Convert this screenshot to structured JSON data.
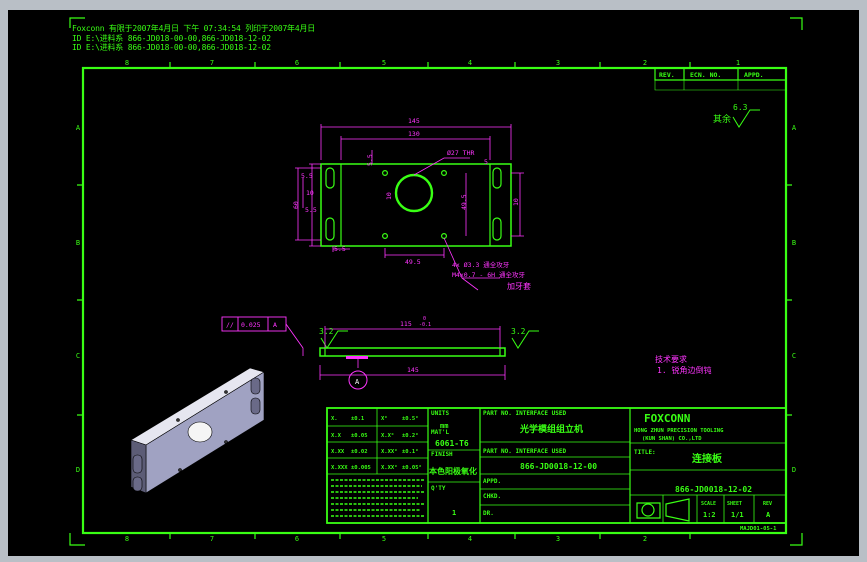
{
  "header": {
    "line1": "Foxconn  有限于2007年4月日 下午 07:34:54  列印于2007年4月日",
    "line2": "ID  E:\\进料系 866-JD018-00-00,866-JD018-12-02",
    "line3": "ID  E:\\进料系 866-JD018-00-00,866-JD018-12-02"
  },
  "border": {
    "zones_top": [
      "8",
      "7",
      "6",
      "5",
      "4",
      "3",
      "2",
      "1"
    ],
    "zones_side": [
      "A",
      "B",
      "C",
      "D"
    ]
  },
  "revision": {
    "rev": "REV.",
    "ecn": "ECN. NO.",
    "appd": "APPD."
  },
  "surface_mark": {
    "top_value": "6.3",
    "top_label": "其余",
    "left_value": "3.2",
    "right_value": "3.2"
  },
  "dims": {
    "d145_top": "145",
    "d130": "130",
    "d_hole": "Ø27 THR",
    "d5_5a": "5.5",
    "d5_5b": "5.5",
    "d10a": "10",
    "d5_5c": "5.5",
    "d60": "60",
    "d10b": "10",
    "d49_5v": "49.5",
    "d5_5d": "5.5",
    "d49_5h": "49.5",
    "d5": "5",
    "d10c": "10",
    "note_holes": "4x Ø3.3 通全攻牙",
    "note_thread": "M4x0.7 - 6H 通全攻牙",
    "note_tap": "加牙套",
    "d115": "115",
    "tol_plus": "0",
    "tol_minus": "-0.1",
    "d145_bot": "145",
    "datum": "A"
  },
  "fcf": {
    "symbol": "//",
    "value": "0.025",
    "datum": "A"
  },
  "notes": {
    "title": "技术要求",
    "line1": "1. 锐角边倒钝"
  },
  "title_block": {
    "tol": [
      [
        "X.",
        "±0.1",
        "X°",
        "±0.5°"
      ],
      [
        "X.X",
        "±0.05",
        "X.X°",
        "±0.2°"
      ],
      [
        "X.XX",
        "±0.02",
        "X.XX°",
        "±0.1°"
      ],
      [
        "X.XXX",
        "±0.005",
        "X.XX°",
        "±0.05°"
      ]
    ],
    "units_label": "UNITS",
    "units_value": "mm",
    "material_label": "MAT'L",
    "material_value": "6061-T6",
    "finish_label": "FINISH",
    "finish_value": "本色阳极氧化",
    "qty_label": "Q'TY",
    "qty_value": "1",
    "part_label": "PART NO. INTERFACE USED",
    "part_value": "光学模组组立机",
    "part2_label": "PART NO. INTERFACE USED",
    "part2_value": "866-JD0018-12-00",
    "appd_label": "APPD.",
    "chkd_label": "CHKD.",
    "dr_label": "DR.",
    "company": "FOXCONN",
    "company_sub1": "HONG ZHUN PRECISION TOOLING",
    "company_sub2": "(KUN SHAN) CO.,LTD",
    "title_label": "TITLE:",
    "title_value": "连接板",
    "dwg_no": "866-JD0018-12-02",
    "scale_label": "SCALE",
    "scale_value": "1:2",
    "sheet_label": "SHEET",
    "sheet_value": "1/1",
    "rev_label": "REV",
    "rev_value": "A",
    "footer_code": "MAJD01-05-1"
  },
  "colors": {
    "line": "#39ff14",
    "dim": "#ff35ff",
    "bg": "#000000",
    "bezel": "#b9bfc6"
  }
}
